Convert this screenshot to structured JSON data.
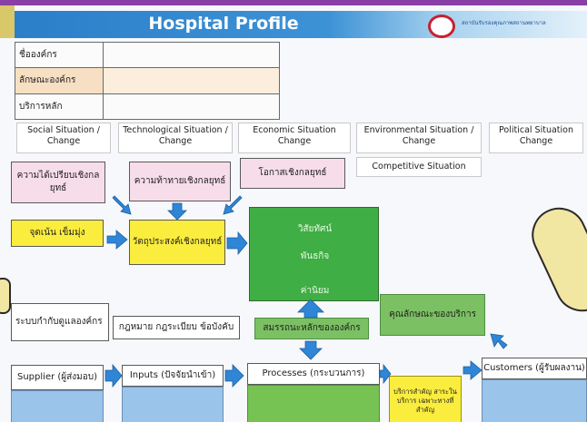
{
  "banner": {
    "title": "Hospital Profile",
    "logo_caption": "สถาบันรับรองคุณภาพสถานพยาบาล"
  },
  "profile": {
    "rows": [
      {
        "label": "ชื่อองค์กร"
      },
      {
        "label": "ลักษณะองค์กร"
      },
      {
        "label": "บริการหลัก"
      }
    ]
  },
  "situations": {
    "social": "Social Situation / Change",
    "technological": "Technological Situation / Change",
    "economic": "Economic Situation Change",
    "environmental": "Environmental Situation / Change",
    "political": "Political Situation Change",
    "competitive": "Competitive Situation"
  },
  "strategy": {
    "advantage": "ความได้เปรียบเชิงกลยุทธ์",
    "challenge": "ความท้าทายเชิงกลยุทธ์",
    "opportunity": "โอกาสเชิงกลยุทธ์",
    "focus": "จุดเน้น เข็มมุ่ง",
    "objective": "วัตถุประสงค์เชิงกลยุทธ์"
  },
  "vmv": {
    "vision": "วิสัยทัศน์",
    "mission": "พันธกิจ",
    "values": "ค่านิยม"
  },
  "org": {
    "system": "ระบบกำกับดูแลองค์กร",
    "law": "กฎหมาย กฎระเบียบ ข้อบังคับ",
    "competency": "สมรรถนะหลักขององค์กร",
    "service_char": "คุณลักษณะของบริการ"
  },
  "chain": {
    "supplier": "Supplier (ผู้ส่งมอบ)",
    "inputs": "Inputs (ปัจจัยนำเข้า)",
    "processes": "Processes (กระบวนการ)",
    "service_note": "บริการสำคัญ สาระในบริการ เฉพาะทางที่สำคัญ",
    "customers": "Customers (ผู้รับผลงาน)"
  },
  "colors": {
    "banner_blue": "#2b7fc9",
    "pink": "#f7dde9",
    "yellow": "#fbed3d",
    "green": "#3fae45",
    "arrow_blue": "#2f86d6"
  }
}
